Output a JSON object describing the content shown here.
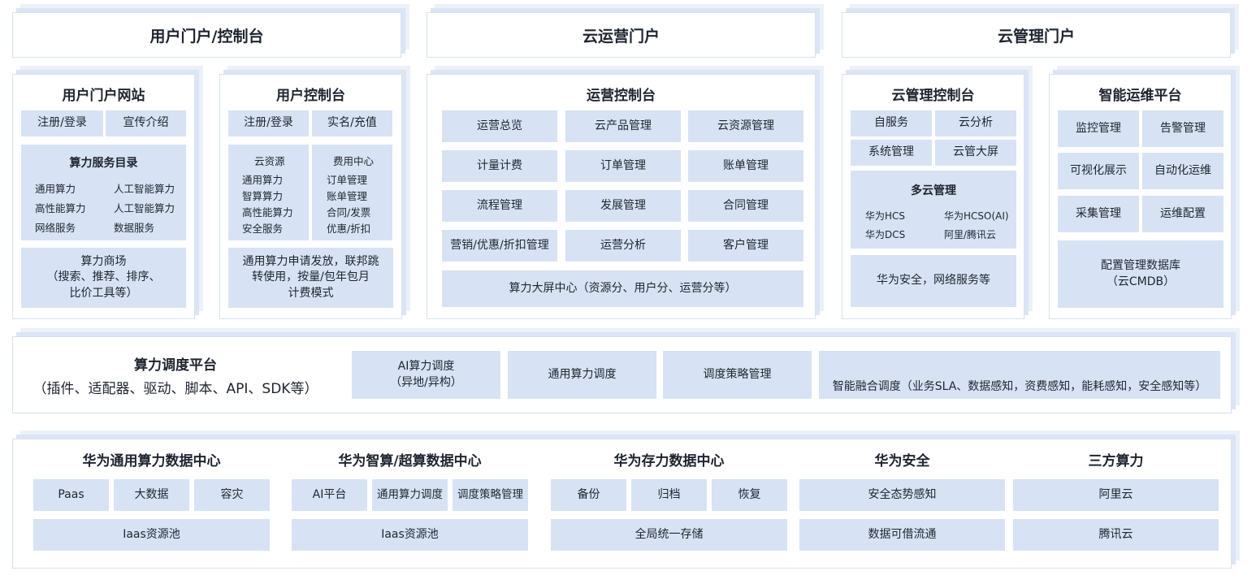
{
  "colors": {
    "box_fill": "#d7e3f4",
    "panel_shadow": "#dbe5f4",
    "border": "#d8e1ef"
  },
  "headers": {
    "user_portal": "用户门户/控制台",
    "ops_portal": "云运营门户",
    "mgmt_portal": "云管理门户"
  },
  "user_site": {
    "title": "用户门户网站",
    "btn_register": "注册/登录",
    "btn_promo": "宣传介绍",
    "catalog_title": "算力服务目录",
    "catalog_items": [
      "通用算力",
      "人工智能算力",
      "高性能算力",
      "人工智能算力",
      "网络服务",
      "数据服务"
    ],
    "market_lines": [
      "算力商场",
      "（搜索、推荐、排序、",
      "比价工具等）"
    ]
  },
  "user_console": {
    "title": "用户控制台",
    "btn_register": "注册/登录",
    "btn_realname": "实名/充值",
    "left_col": [
      "云资源",
      "通用算力",
      "智算算力",
      "高性能算力",
      "安全服务"
    ],
    "right_col": [
      "费用中心",
      "订单管理",
      "账单管理",
      "合同/发票",
      "优惠/折扣"
    ],
    "apply_lines": [
      "通用算力申请发放，联邦跳",
      "转使用，按量/包年包月",
      "计费模式"
    ]
  },
  "ops_console": {
    "title": "运营控制台",
    "grid": [
      "运营总览",
      "云产品管理",
      "云资源管理",
      "计量计费",
      "订单管理",
      "账单管理",
      "流程管理",
      "发展管理",
      "合同管理",
      "营销/优惠/折扣管理",
      "运营分析",
      "客户管理"
    ],
    "bigscreen": "算力大屏中心（资源分、用户分、运营分等）"
  },
  "cloud_console": {
    "title": "云管理控制台",
    "grid": [
      "自服务",
      "云分析",
      "系统管理",
      "云管大屏"
    ],
    "multi_title": "多云管理",
    "multi_items": [
      "华为HCS",
      "华为HCSO(AI)",
      "华为DCS",
      "阿里/腾讯云"
    ],
    "security": "华为安全，网络服务等"
  },
  "aiops": {
    "title": "智能运维平台",
    "grid": [
      "监控管理",
      "告警管理",
      "可视化展示",
      "自动化运维",
      "采集管理",
      "运维配置"
    ],
    "cmdb_lines": [
      "配置管理数据库",
      "（云CMDB）"
    ]
  },
  "scheduler": {
    "title": "算力调度平台",
    "subtitle": "（插件、适配器、驱动、脚本、API、SDK等）",
    "ai_lines": [
      "AI算力调度",
      "（异地/异构）"
    ],
    "general": "通用算力调度",
    "policy": "调度策略管理",
    "smart": "智能融合调度（业务SLA、数据感知，资费感知，能耗感知，安全感知等）"
  },
  "datacenters": {
    "general": {
      "title": "华为通用算力数据中心",
      "items": [
        "Paas",
        "大数据",
        "容灾"
      ],
      "pool": "Iaas资源池"
    },
    "ai": {
      "title": "华为智算/超算数据中心",
      "items": [
        "AI平台",
        "通用算力调度",
        "调度策略管理"
      ],
      "pool": "Iaas资源池"
    },
    "storage": {
      "title": "华为存力数据中心",
      "items": [
        "备份",
        "归档",
        "恢复"
      ],
      "pool": "全局统一存储"
    },
    "security": {
      "title": "华为安全",
      "items": [
        "安全态势感知",
        "数据可借流通"
      ]
    },
    "third": {
      "title": "三方算力",
      "items": [
        "阿里云",
        "腾讯云"
      ]
    }
  }
}
